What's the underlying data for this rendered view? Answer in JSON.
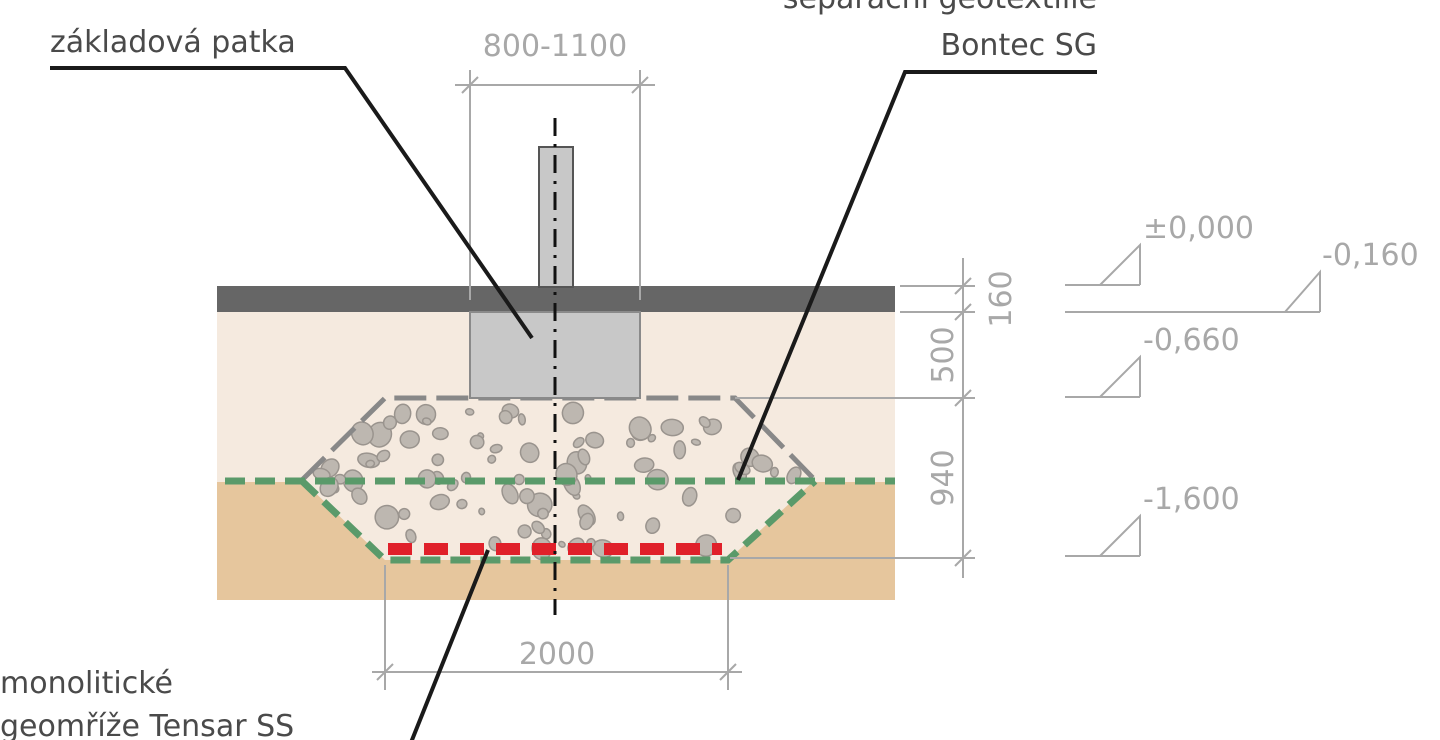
{
  "labels": {
    "footing": "základová patka",
    "geotextile_line1": "separační geotextilie",
    "geotextile_line2": "Bontec SG",
    "geogrid_line1": "monolitické",
    "geogrid_line2": "geomříže Tensar SS"
  },
  "dimensions": {
    "footing_width": "800-1100",
    "base_width": "2000",
    "slab_thickness": "160",
    "footing_depth": "500",
    "fill_depth": "940"
  },
  "levels": [
    "±0,000",
    "-0,160",
    "-0,660",
    "-1,600"
  ],
  "colors": {
    "slab": "#666666",
    "backfill": "#f5eadf",
    "soil": "#e6c69d",
    "concrete": "#c8c8c8",
    "geotextile": "#5a9a6a",
    "geogrid": "#e0202a"
  }
}
